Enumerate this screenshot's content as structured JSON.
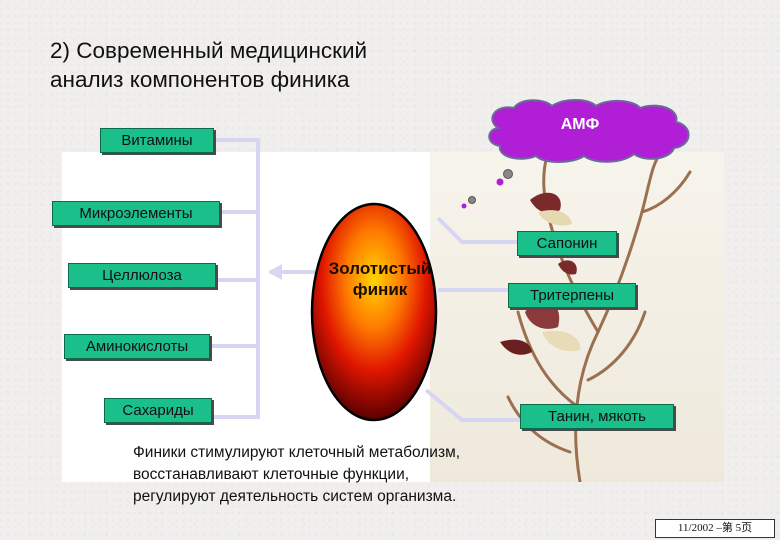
{
  "title": {
    "line1": "2) Современный медицинский",
    "line2": "анализ компонентов финика"
  },
  "center": {
    "line1": "Золотистый",
    "line2": "финик"
  },
  "left_boxes": [
    {
      "label": "Витамины"
    },
    {
      "label": "Микроэлементы"
    },
    {
      "label": "Целлюлоза"
    },
    {
      "label": "Аминокислоты"
    },
    {
      "label": "Сахариды"
    }
  ],
  "cloud": {
    "label": "АМФ"
  },
  "right_boxes": [
    {
      "label": "Сапонин"
    },
    {
      "label": "Тритерпены"
    },
    {
      "label": "Танин, мякоть"
    }
  ],
  "footer_text": {
    "line1": "Финики стимулируют клеточный метаболизм,",
    "line2": "восстанавливают клеточные функции,",
    "line3": "регулируют деятельность систем организма."
  },
  "page_number": "11/2002 –第 5页",
  "colors": {
    "box_green": "#1abf8a",
    "cloud_purple": "#b01ed6",
    "connector": "#d6d6f2"
  }
}
